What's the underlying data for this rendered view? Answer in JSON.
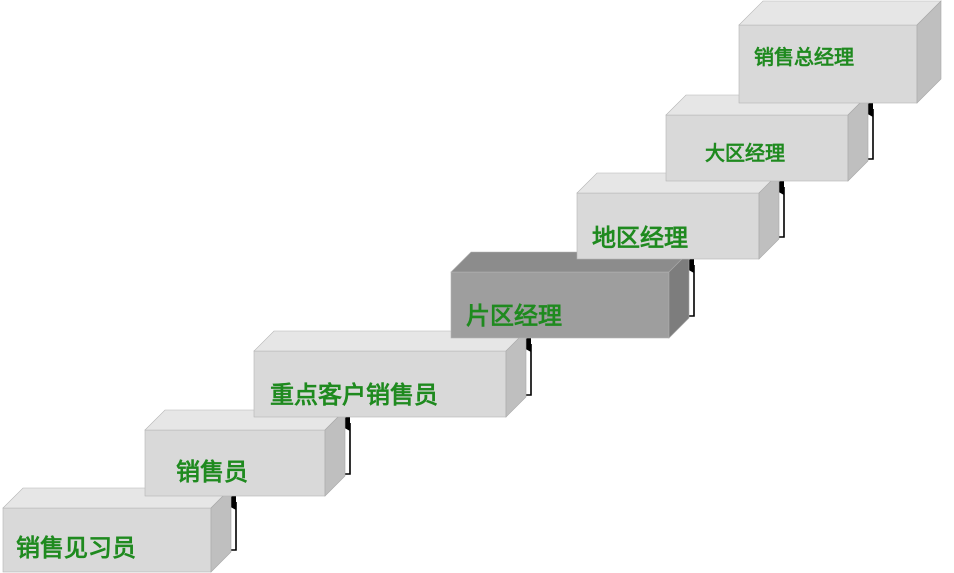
{
  "steps": [
    {
      "label": "销售见习员"
    },
    {
      "label": "销售员"
    },
    {
      "label": "重点客户销售员"
    },
    {
      "label": "片区经理"
    },
    {
      "label": "地区经理"
    },
    {
      "label": "大区经理"
    },
    {
      "label": "销售总经理"
    }
  ],
  "colors": {
    "label_text": "#1f8a1f",
    "box_front": "#d9d9d9",
    "box_top": "#e6e6e6",
    "box_side": "#bfbfbf",
    "box_front_highlight": "#9e9e9e",
    "box_top_highlight": "#8c8c8c",
    "box_side_highlight": "#7d7d7d",
    "connector": "#000000"
  }
}
